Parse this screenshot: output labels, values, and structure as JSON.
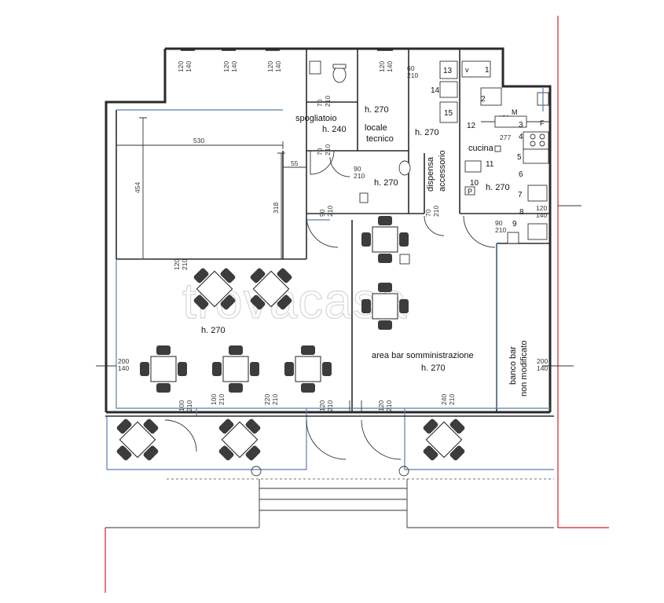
{
  "rooms": {
    "spogliatoio": {
      "name": "spogliatoio",
      "height": "h. 240"
    },
    "locale_tecnico": {
      "height": "h. 270",
      "name_line1": "locale",
      "name_line2": "tecnico"
    },
    "bagno": {
      "height": "h. 270"
    },
    "corridoio": {
      "height": "h. 270"
    },
    "dispensa": {
      "name_line1": "dispensa",
      "name_line2": "accessorio"
    },
    "cucina": {
      "name": "cucina",
      "height": "h. 270"
    },
    "sala": {
      "height": "h. 270"
    },
    "area_bar": {
      "name": "area bar somministrazione",
      "height": "h. 270"
    },
    "banco_bar": {
      "name_line1": "banco bar",
      "name_line2": "non modificato"
    }
  },
  "dimensions": {
    "width_530": "530",
    "depth_454": "454",
    "depth_318": "318",
    "offset_55": "55",
    "kitchen_150": "150",
    "kitchen_277": "277",
    "window_120_140": [
      "120",
      "140"
    ],
    "window_200_140": [
      "200",
      "140"
    ],
    "door_60_210": [
      "60",
      "210"
    ],
    "door_70_210": [
      "70",
      "210"
    ],
    "door_90_210": [
      "90",
      "210"
    ],
    "door_100_210": [
      "100",
      "210"
    ],
    "door_120_210": [
      "120",
      "210"
    ],
    "door_220_210": [
      "220",
      "210"
    ],
    "door_240_210": [
      "240",
      "210"
    ]
  },
  "kitchen_items": [
    "1",
    "2",
    "3",
    "4",
    "5",
    "6",
    "7",
    "8",
    "9",
    "10",
    "11",
    "12",
    "13",
    "14",
    "15"
  ],
  "symbols": {
    "v": "v",
    "m": "M",
    "f": "F",
    "p": "P"
  },
  "watermark": "trovacasa",
  "colors": {
    "wall": "#2a2a2a",
    "glass": "#5a7ea6",
    "boundary": "#d0202a",
    "furniture": "#3c3c3c"
  }
}
